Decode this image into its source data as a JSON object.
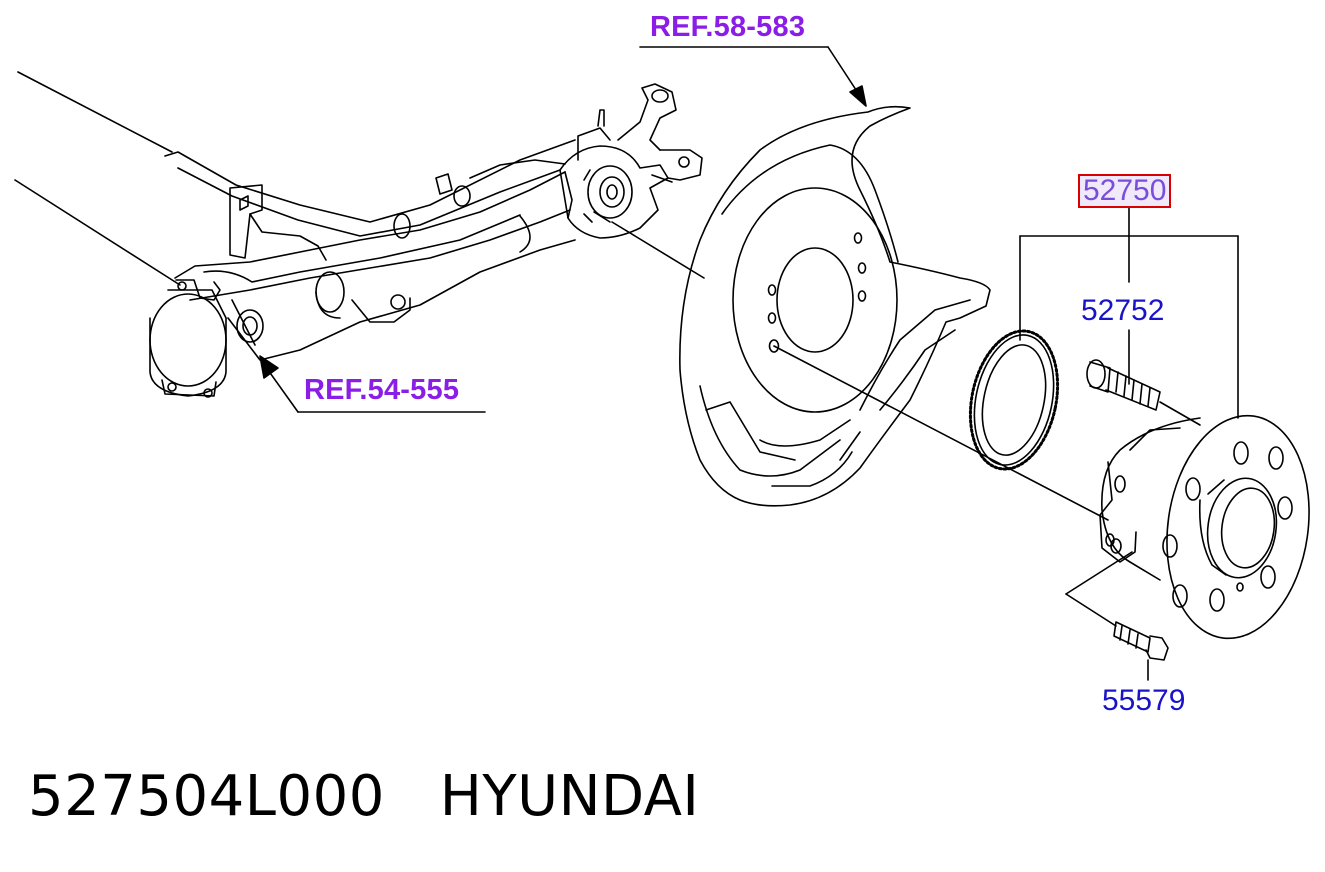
{
  "labels": {
    "ref_top": "REF.58-583",
    "ref_left": "REF.54-555",
    "part_hub_assembly": "52750",
    "part_hub_bolt": "52752",
    "part_mount_bolt": "55579"
  },
  "caption": {
    "part_number": "527504L000",
    "brand": "HYUNDAI"
  },
  "colors": {
    "reference_label": "#8a1ee6",
    "part_label": "#1a14c8",
    "selected_box": "#d80000",
    "line_art": "#000000"
  },
  "icons": {
    "axle_beam": "torsion-beam-axle-drawing",
    "dust_cover": "brake-dust-cover-drawing",
    "tone_ring": "abs-tone-ring-drawing",
    "hub": "wheel-hub-bearing-drawing",
    "stud": "hub-bolt-drawing",
    "mount_bolt": "mounting-bolt-drawing"
  }
}
